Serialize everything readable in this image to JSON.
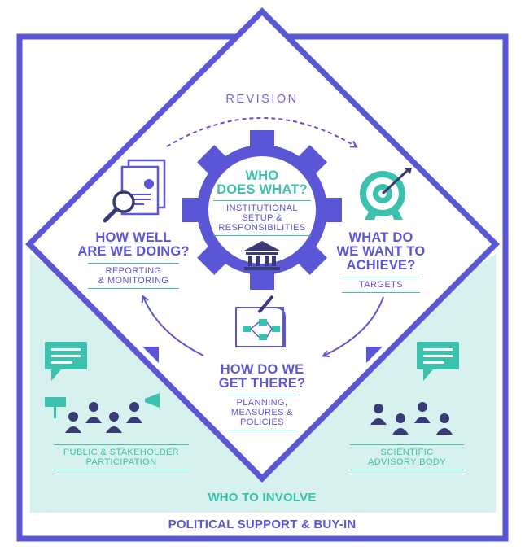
{
  "revision": "REVISION",
  "center": {
    "heading_line1": "WHO",
    "heading_line2": "DOES WHAT?",
    "sub_line1": "INSTITUTIONAL",
    "sub_line2": "SETUP &",
    "sub_line3": "RESPONSIBILITIES",
    "icon": "bank-building-icon"
  },
  "left": {
    "heading_line1": "HOW WELL",
    "heading_line2": "ARE WE DOING?",
    "sub_line1": "REPORTING",
    "sub_line2": "& MONITORING",
    "icon": "report-magnifier-icon"
  },
  "right": {
    "heading_line1": "WHAT DO",
    "heading_line2": "WE WANT TO",
    "heading_line3": "ACHIEVE?",
    "sub_line1": "TARGETS",
    "icon": "target-arrow-icon"
  },
  "bottom": {
    "heading_line1": "HOW DO WE",
    "heading_line2": "GET THERE?",
    "sub_line1": "PLANNING,",
    "sub_line2": "MEASURES &",
    "sub_line3": "POLICIES",
    "icon": "flowchart-plan-icon"
  },
  "public": {
    "sub_line1": "PUBLIC & STAKEHOLDER",
    "sub_line2": "PARTICIPATION",
    "icon": "people-group-icon"
  },
  "scientific": {
    "sub_line1": "SCIENTIFIC",
    "sub_line2": "ADVISORY BODY",
    "icon": "advisors-group-icon"
  },
  "who_to_involve": "WHO TO INVOLVE",
  "political": "POLITICAL SUPPORT & BUY-IN",
  "colors": {
    "purple": "#5a56d6",
    "teal": "#3cc1ae",
    "mint": "#d6f1ee",
    "navy": "#3a3a78"
  }
}
